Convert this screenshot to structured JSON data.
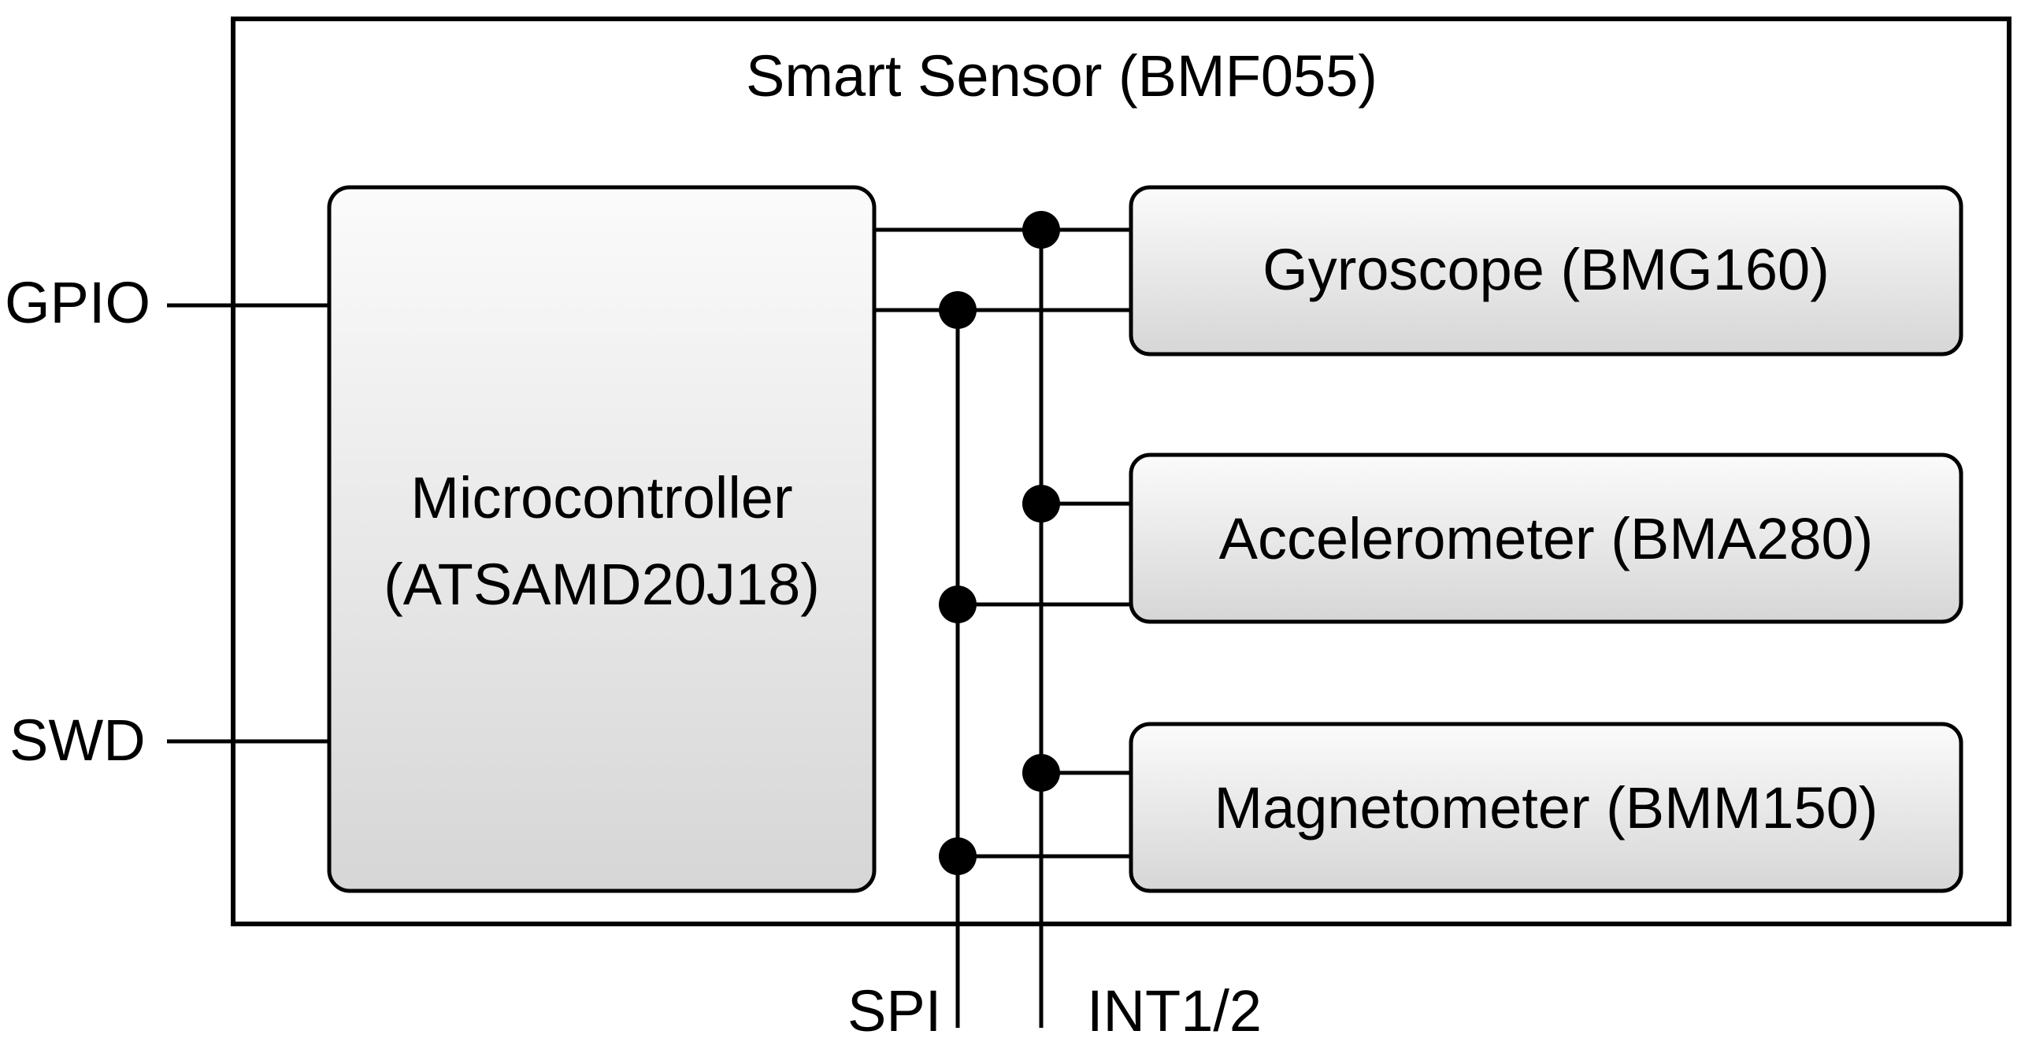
{
  "diagram": {
    "outer_title": "Smart Sensor (BMF055)",
    "microcontroller": {
      "line1": "Microcontroller",
      "line2": "(ATSAMD20J18)"
    },
    "gyroscope": "Gyroscope (BMG160)",
    "accelerometer": "Accelerometer (BMA280)",
    "magnetometer": "Magnetometer (BMM150)",
    "external_signals": {
      "gpio": "GPIO",
      "swd": "SWD",
      "spi": "SPI",
      "int": "INT1/2"
    },
    "colors": {
      "line": "#000000",
      "box_fill_top": "#fbfbfb",
      "box_fill_bottom": "#d6d6d6",
      "box_stroke": "#000000",
      "junction": "#000000"
    }
  }
}
